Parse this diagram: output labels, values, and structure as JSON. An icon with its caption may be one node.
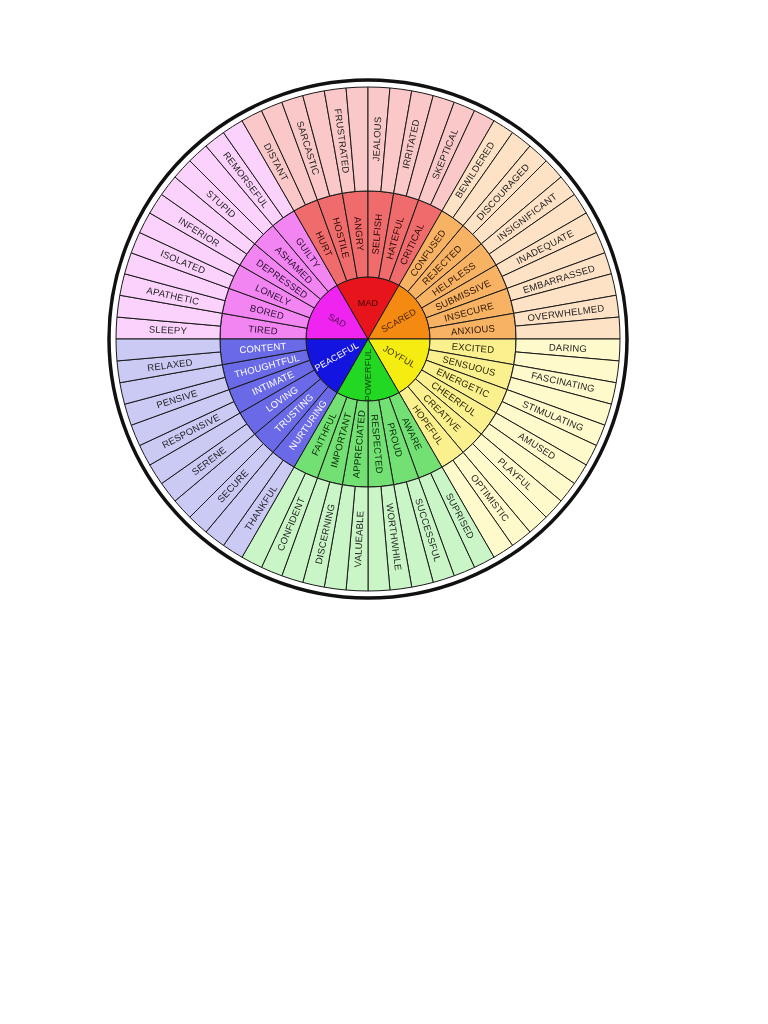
{
  "diagram": {
    "nodes": [
      {
        "text": [
          "SAD"
        ]
      },
      {
        "text": [
          "MAD"
        ]
      },
      {
        "text": [
          "SCARED"
        ]
      },
      {
        "text": [
          "JOYFUL"
        ]
      },
      {
        "text": [
          "POWERFUL"
        ]
      },
      {
        "text": [
          "PEACEFUL"
        ]
      },
      {
        "text": [
          "TIRED"
        ]
      },
      {
        "text": [
          "BORED"
        ]
      },
      {
        "text": [
          "LONELY"
        ]
      },
      {
        "text": [
          "DEPRESSED"
        ]
      },
      {
        "text": [
          "ASHAMED"
        ]
      },
      {
        "text": [
          "GUILTY"
        ]
      },
      {
        "text": [
          "HURT"
        ]
      },
      {
        "text": [
          "HOSTILE"
        ]
      },
      {
        "text": [
          "ANGRY"
        ]
      },
      {
        "text": [
          "SELFISH"
        ]
      },
      {
        "text": [
          "HATEFUL"
        ]
      },
      {
        "text": [
          "CRITICAL"
        ]
      },
      {
        "text": [
          "CONFUSED"
        ]
      },
      {
        "text": [
          "REJECTED"
        ]
      },
      {
        "text": [
          "HELPLESS"
        ]
      },
      {
        "text": [
          "SUBMISSIVE"
        ]
      },
      {
        "text": [
          "INSECURE"
        ]
      },
      {
        "text": [
          "ANXIOUS"
        ]
      },
      {
        "text": [
          "EXCITED"
        ]
      },
      {
        "text": [
          "SENSUOUS"
        ]
      },
      {
        "text": [
          "ENERGETIC"
        ]
      },
      {
        "text": [
          "CHEERFUL"
        ]
      },
      {
        "text": [
          "CREATIVE"
        ]
      },
      {
        "text": [
          "HOPEFUL"
        ]
      },
      {
        "text": [
          "AWARE"
        ]
      },
      {
        "text": [
          "PROUD"
        ]
      },
      {
        "text": [
          "RESPECTED"
        ]
      },
      {
        "text": [
          "APPRECIATED"
        ]
      },
      {
        "text": [
          "IMPORTANT"
        ]
      },
      {
        "text": [
          "FAITHFUL"
        ]
      },
      {
        "text": [
          "NURTURING"
        ]
      },
      {
        "text": [
          "TRUSTING"
        ]
      },
      {
        "text": [
          "LOVING"
        ]
      },
      {
        "text": [
          "INTIMATE"
        ]
      },
      {
        "text": [
          "THOUGHTFUL"
        ]
      },
      {
        "text": [
          "CONTENT"
        ]
      },
      {
        "text": [
          "SLEEPY"
        ]
      },
      {
        "text": [],
        "shape": "sector"
      },
      {
        "text": [
          "APATHETIC"
        ]
      },
      {
        "text": [],
        "shape": "sector"
      },
      {
        "text": [
          "ISOLATED"
        ]
      },
      {
        "text": [],
        "shape": "sector"
      },
      {
        "text": [
          "INFERIOR"
        ]
      },
      {
        "text": [],
        "shape": "sector"
      },
      {
        "text": [
          "STUPID"
        ]
      },
      {
        "text": [],
        "shape": "sector"
      },
      {
        "text": [
          "REMORSEFUL"
        ]
      },
      {
        "text": [],
        "shape": "sector"
      },
      {
        "text": [
          "DISTANT"
        ]
      },
      {
        "text": [],
        "shape": "sector"
      },
      {
        "text": [
          "SARCASTIC"
        ]
      },
      {
        "text": [],
        "shape": "sector"
      },
      {
        "text": [
          "FRUSTRATED"
        ]
      },
      {
        "text": [],
        "shape": "sector"
      },
      {
        "text": [
          "JEALOUS"
        ]
      },
      {
        "text": [],
        "shape": "sector"
      },
      {
        "text": [
          "IRRITATED"
        ]
      },
      {
        "text": [],
        "shape": "sector"
      },
      {
        "text": [
          "SKEPTICAL"
        ]
      },
      {
        "text": [],
        "shape": "sector"
      },
      {
        "text": [
          "BEWILDERED"
        ]
      },
      {
        "text": [],
        "shape": "sector"
      },
      {
        "text": [
          "DISCOURAGED"
        ]
      },
      {
        "text": [],
        "shape": "sector"
      },
      {
        "text": [
          "INSIGNIFICANT"
        ]
      },
      {
        "text": [],
        "shape": "sector"
      },
      {
        "text": [
          "INADEQUATE"
        ]
      },
      {
        "text": [],
        "shape": "sector"
      },
      {
        "text": [
          "EMBARRASSED"
        ]
      },
      {
        "text": [],
        "shape": "sector"
      },
      {
        "text": [
          "OVERWHELMED"
        ]
      },
      {
        "text": [],
        "shape": "sector"
      },
      {
        "text": [
          "DARING"
        ]
      },
      {
        "text": [],
        "shape": "sector"
      },
      {
        "text": [
          "FASCINATING"
        ]
      },
      {
        "text": [],
        "shape": "sector"
      },
      {
        "text": [
          "STIMULATING"
        ]
      },
      {
        "text": [],
        "shape": "sector"
      },
      {
        "text": [
          "AMUSED"
        ]
      },
      {
        "text": [],
        "shape": "sector"
      },
      {
        "text": [
          "PLAYFUL"
        ]
      },
      {
        "text": [],
        "shape": "sector"
      },
      {
        "text": [
          "OPTIMISTIC"
        ]
      },
      {
        "text": [],
        "shape": "sector"
      },
      {
        "text": [
          "SUPRISED"
        ]
      },
      {
        "text": [],
        "shape": "sector"
      },
      {
        "text": [
          "SUCCESSFUL"
        ]
      },
      {
        "text": [],
        "shape": "sector"
      },
      {
        "text": [
          "WORTHWHILE"
        ]
      },
      {
        "text": [],
        "shape": "sector"
      },
      {
        "text": [
          "VALUEABLE"
        ]
      },
      {
        "text": [],
        "shape": "sector"
      },
      {
        "text": [
          "DISCERNING"
        ]
      },
      {
        "text": [],
        "shape": "sector"
      },
      {
        "text": [
          "CONFIDENT"
        ]
      },
      {
        "text": [],
        "shape": "sector"
      },
      {
        "text": [
          "THANKFUL"
        ]
      },
      {
        "text": [],
        "shape": "sector"
      },
      {
        "text": [
          "SECURE"
        ]
      },
      {
        "text": [],
        "shape": "sector"
      },
      {
        "text": [
          "SERENE"
        ]
      },
      {
        "text": [],
        "shape": "sector"
      },
      {
        "text": [
          "RESPONSIVE"
        ]
      },
      {
        "text": [],
        "shape": "sector"
      },
      {
        "text": [
          "PENSIVE"
        ]
      },
      {
        "text": [],
        "shape": "sector"
      },
      {
        "text": [
          "RELAXED"
        ]
      },
      {
        "text": [],
        "shape": "sector"
      }
    ]
  }
}
